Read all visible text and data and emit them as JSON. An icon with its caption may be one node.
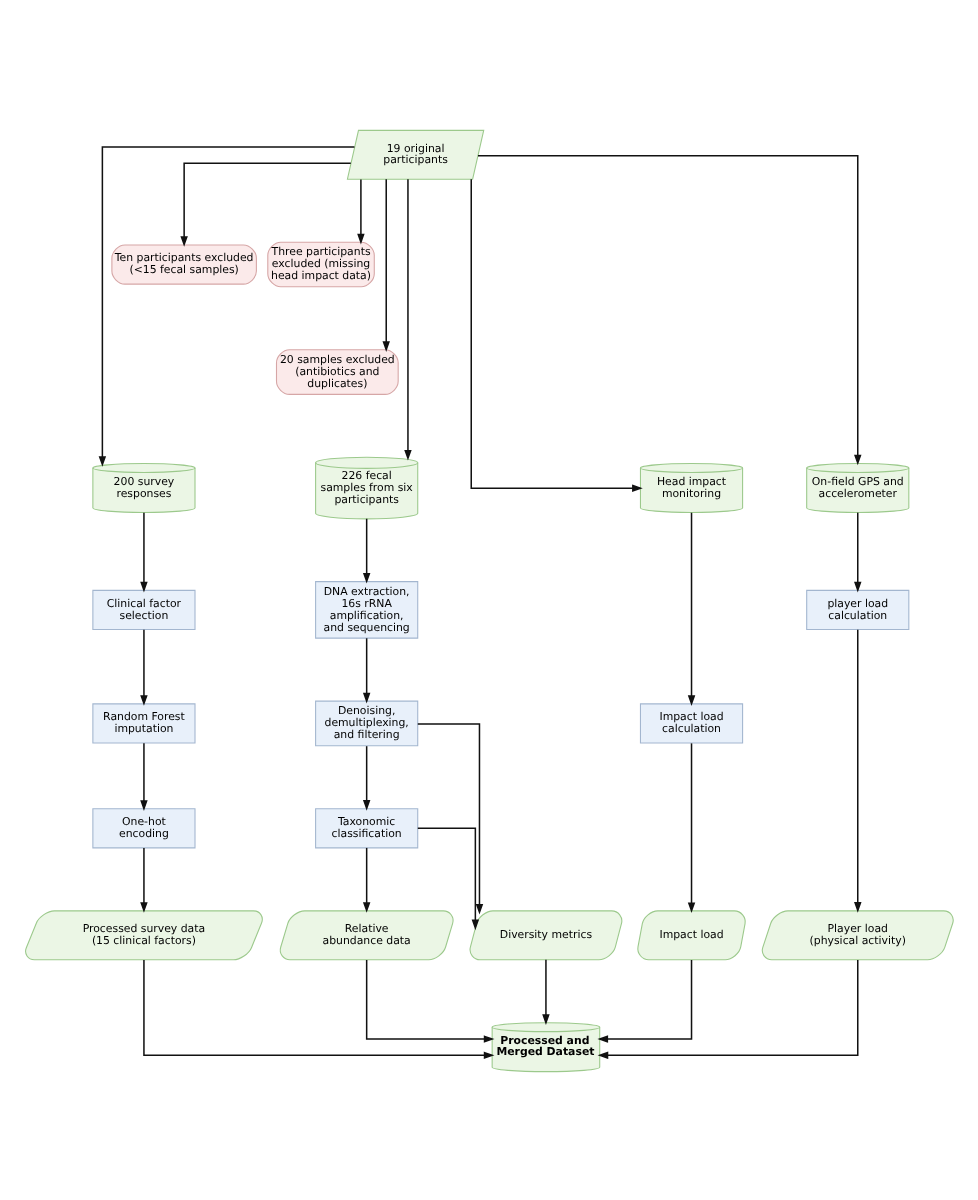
{
  "diagram": {
    "nodes": [
      {
        "text": [
          "19 original participants"
        ]
      },
      {
        "text": [
          "Three participants excluded (missing head impact data)"
        ]
      },
      {
        "text": [
          "Ten participants excluded (<15 fecal samples)"
        ]
      },
      {
        "text": [
          "20 samples excluded (antibiotics and duplicates)"
        ]
      },
      {
        "text": [
          "200 survey responses"
        ]
      },
      {
        "text": [
          "226 fecal samples from six participants"
        ]
      },
      {
        "text": [
          "Head impact monitoring"
        ]
      },
      {
        "text": [
          "On-field GPS and accelerometer"
        ]
      },
      {
        "text": [
          "Clinical factor selection"
        ]
      },
      {
        "text": [
          "DNA extraction, 16s rRNA amplification, and sequencing"
        ]
      },
      {
        "text": [
          "player load calculation"
        ]
      },
      {
        "text": [
          "Random Forest imputation"
        ]
      },
      {
        "text": [
          "Denoising, demultiplexing, and filtering"
        ]
      },
      {
        "text": [
          "Impact load calculation"
        ]
      },
      {
        "text": [
          "One-hot encoding"
        ]
      },
      {
        "text": [
          "Taxonomic classification"
        ]
      },
      {
        "text": [
          "Processed survey data (15 clinical factors)"
        ]
      },
      {
        "text": [
          "Relative abundance data"
        ]
      },
      {
        "text": [
          "Diversity metrics"
        ]
      },
      {
        "text": [
          "Impact load"
        ]
      },
      {
        "text": [
          "Player load (physical activity)"
        ]
      },
      {
        "text": [
          "Processed and Merged Dataset"
        ]
      }
    ],
    "edges": [
      {
        "from": 0,
        "to": 1,
        "arrow": "to"
      },
      {
        "from": 0,
        "to": 2,
        "arrow": "to"
      },
      {
        "from": 0,
        "to": 3,
        "arrow": "to"
      },
      {
        "from": 0,
        "to": 4,
        "arrow": "to"
      },
      {
        "from": 0,
        "to": 5,
        "arrow": "to"
      },
      {
        "from": 0,
        "to": 6,
        "arrow": "to"
      },
      {
        "from": 0,
        "to": 7,
        "arrow": "to"
      },
      {
        "from": 4,
        "to": 8,
        "arrow": "to"
      },
      {
        "from": 8,
        "to": 11,
        "arrow": "to"
      },
      {
        "from": 11,
        "to": 14,
        "arrow": "to"
      },
      {
        "from": 14,
        "to": 16,
        "arrow": "to"
      },
      {
        "from": 5,
        "to": 9,
        "arrow": "to"
      },
      {
        "from": 9,
        "to": 12,
        "arrow": "to"
      },
      {
        "from": 12,
        "to": 15,
        "arrow": "to"
      },
      {
        "from": 15,
        "to": 17,
        "arrow": "to"
      },
      {
        "from": 12,
        "to": 18,
        "arrow": "to"
      },
      {
        "from": 15,
        "to": 18,
        "arrow": "to"
      },
      {
        "from": 6,
        "to": 13,
        "arrow": "to"
      },
      {
        "from": 13,
        "to": 19,
        "arrow": "to"
      },
      {
        "from": 7,
        "to": 10,
        "arrow": "to"
      },
      {
        "from": 10,
        "to": 20,
        "arrow": "to"
      },
      {
        "from": 16,
        "to": 21,
        "arrow": "to"
      },
      {
        "from": 17,
        "to": 21,
        "arrow": "to"
      },
      {
        "from": 18,
        "to": 21,
        "arrow": "to"
      },
      {
        "from": 19,
        "to": 21,
        "arrow": "to"
      },
      {
        "from": 20,
        "to": 21,
        "arrow": "to"
      }
    ]
  }
}
